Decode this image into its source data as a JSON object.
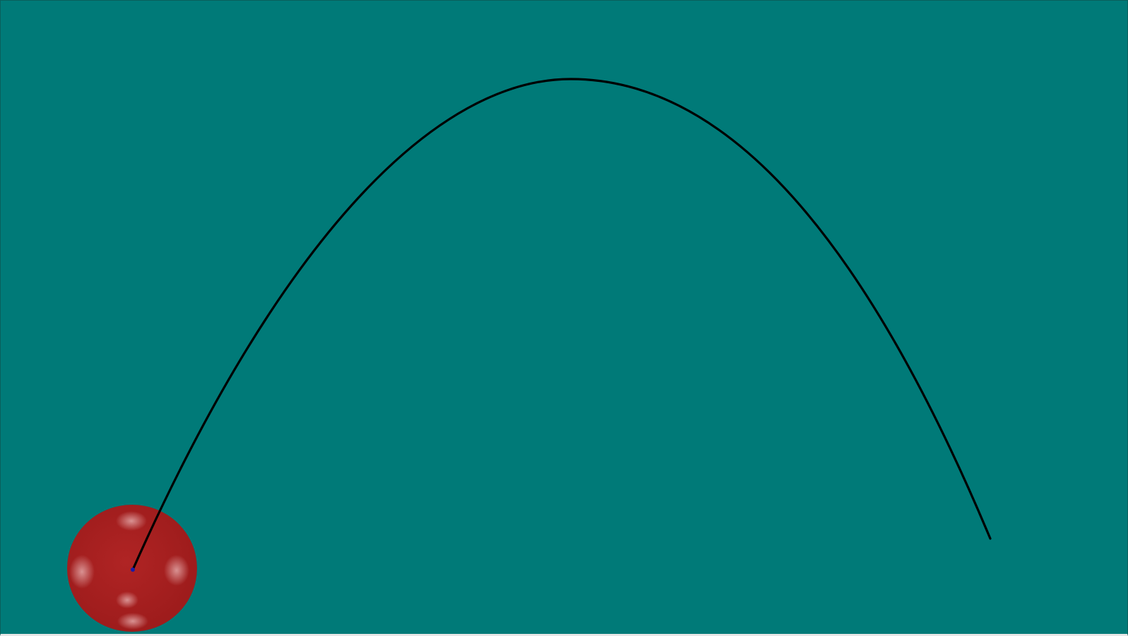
{
  "scene": {
    "background_color": "#007a78",
    "edge_color": "#0a5f5c",
    "trajectory_color": "#000000",
    "ball_color": "#a81e1e",
    "ball_highlight_color": "#e2a6a6",
    "aim_point_color": "#1a1aa8"
  },
  "sprites": {
    "ball": "red-ball",
    "trajectory": "parabolic-arc",
    "aim_point": "launch-point"
  }
}
